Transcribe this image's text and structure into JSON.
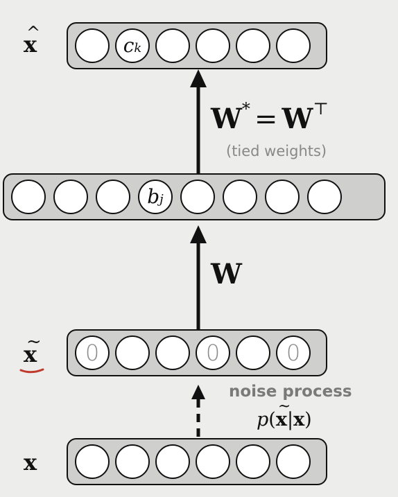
{
  "layers": {
    "output": {
      "label": "x",
      "label_mark": "hat",
      "units": [
        "",
        "c",
        "",
        "",
        "",
        ""
      ],
      "unit_subs": [
        "",
        "k",
        "",
        "",
        "",
        ""
      ]
    },
    "hidden": {
      "label": "",
      "label_mark": "",
      "units": [
        "",
        "",
        "",
        "b",
        "",
        "",
        "",
        ""
      ],
      "unit_subs": [
        "",
        "",
        "",
        "j",
        "",
        "",
        "",
        ""
      ]
    },
    "noisy": {
      "label": "x",
      "label_mark": "tilde",
      "units": [
        "0",
        "",
        "",
        "0",
        "",
        "0"
      ],
      "unit_subs": [
        "",
        "",
        "",
        "",
        "",
        ""
      ]
    },
    "input": {
      "label": "x",
      "label_mark": "",
      "units": [
        "",
        "",
        "",
        "",
        "",
        ""
      ],
      "unit_subs": [
        "",
        "",
        "",
        "",
        "",
        ""
      ]
    }
  },
  "connections": {
    "decoder": {
      "main_left": "W",
      "main_sup_left": "*",
      "equals": "=",
      "main_right": "W",
      "main_sup_right": "⊤",
      "note": "(tied weights)"
    },
    "encoder": {
      "label": "W"
    },
    "corruption": {
      "label": "noise process",
      "prob_p": "p",
      "prob_open": "(",
      "prob_x1": "x",
      "prob_bar": "|",
      "prob_x2": "x",
      "prob_close": ")"
    }
  },
  "colors": {
    "background": "#ededec",
    "layer_fill": "#cfcfce",
    "unit_fill": "#ffffff",
    "underline": "#c0392b",
    "muted_text": "#888888"
  }
}
